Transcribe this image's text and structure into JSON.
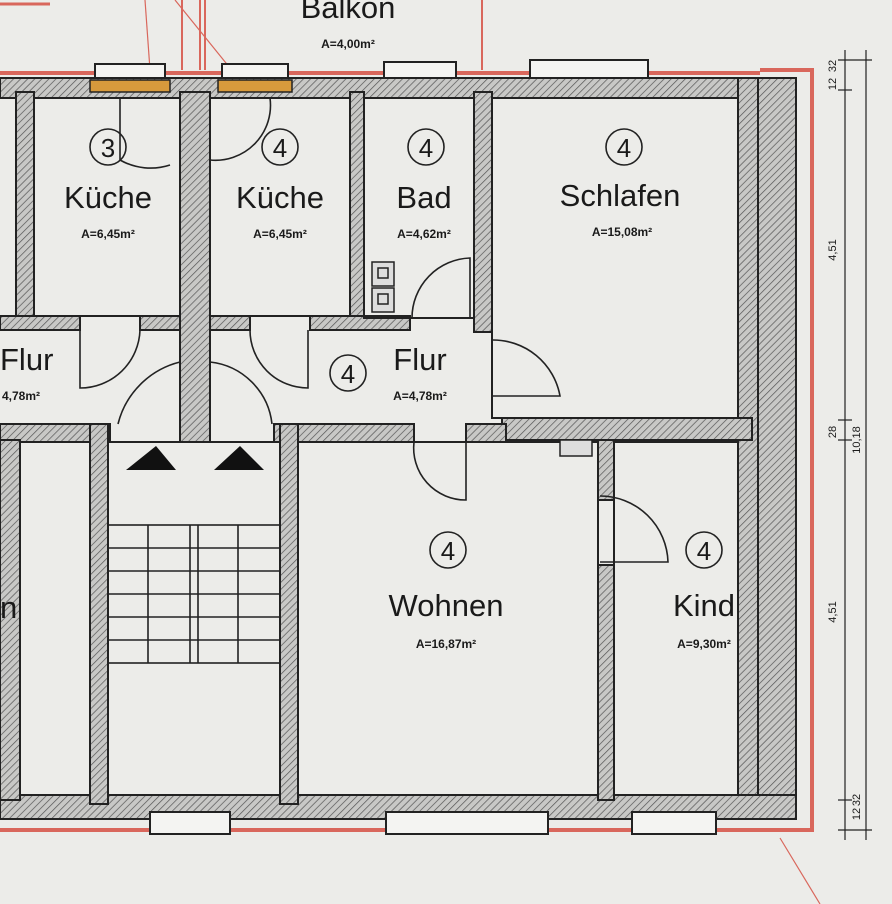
{
  "rooms": {
    "balkon": {
      "name": "Balkon",
      "area": "A=4,00m²"
    },
    "kueche3": {
      "name": "Küche",
      "area": "A=6,45m²",
      "unit": "3"
    },
    "kueche4": {
      "name": "Küche",
      "area": "A=6,45m²",
      "unit": "4"
    },
    "bad": {
      "name": "Bad",
      "area": "A=4,62m²",
      "unit": "4"
    },
    "schlafen": {
      "name": "Schlafen",
      "area": "A=15,08m²",
      "unit": "4"
    },
    "flur_left": {
      "name": "Flur",
      "area": "4,78m²"
    },
    "flur": {
      "name": "Flur",
      "area": "A=4,78m²",
      "unit": "4"
    },
    "wohnen": {
      "name": "Wohnen",
      "area": "A=16,87m²",
      "unit": "4"
    },
    "kind": {
      "name": "Kind",
      "area": "A=9,30m²",
      "unit": "4"
    },
    "left_partial": {
      "name": "n"
    }
  },
  "dimensions": {
    "top_small_a": "32",
    "top_small_b": "12",
    "upper_span": "4,51",
    "mid_wall": "28",
    "total": "10,18",
    "lower_span": "4,51",
    "bottom_small_a": "12",
    "bottom_small_b": "32"
  },
  "colors": {
    "paper": "#e9e9e6",
    "outline_red": "#d9675c",
    "wall_hatch": "#9a9a9a",
    "ink": "#1a1a1a"
  }
}
